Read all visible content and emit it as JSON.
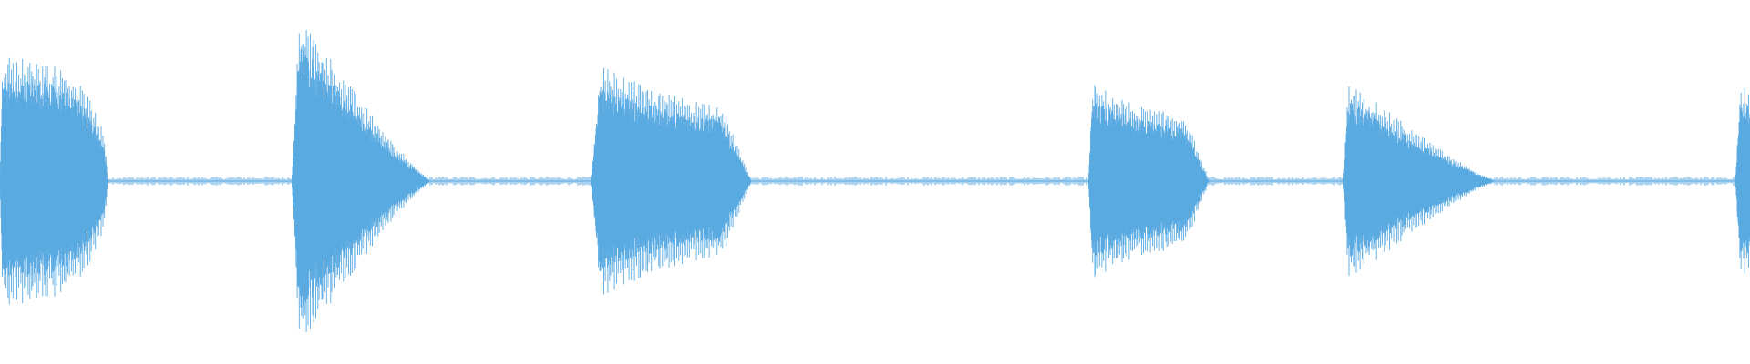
{
  "waveform": {
    "color": "#5aaae2",
    "background": "#ffffff",
    "bursts": [
      {
        "start": 0,
        "end": 118,
        "peak": 0.56,
        "attack": 0.02,
        "decay_shape": "round"
      },
      {
        "start": 320,
        "end": 472,
        "peak": 0.74,
        "attack": 0.05,
        "decay_shape": "slope"
      },
      {
        "start": 648,
        "end": 824,
        "peak": 0.52,
        "attack": 0.06,
        "decay_shape": "plateau"
      },
      {
        "start": 1194,
        "end": 1326,
        "peak": 0.44,
        "attack": 0.03,
        "decay_shape": "plateau"
      },
      {
        "start": 1474,
        "end": 1640,
        "peak": 0.44,
        "attack": 0.03,
        "decay_shape": "slope"
      },
      {
        "start": 1904,
        "end": 1920,
        "peak": 0.42,
        "attack": 0.3,
        "decay_shape": "flat"
      }
    ],
    "noise_floor": 0.012
  }
}
